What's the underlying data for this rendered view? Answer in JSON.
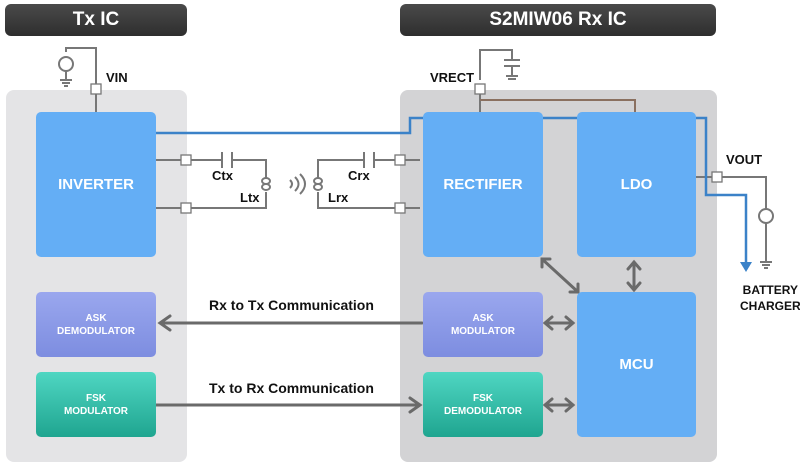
{
  "titles": {
    "tx": "Tx IC",
    "rx": "S2MIW06 Rx IC"
  },
  "tx_blocks": {
    "inverter": "INVERTER",
    "ask_demod_1": "ASK",
    "ask_demod_2": "DEMODULATOR",
    "fsk_mod_1": "FSK",
    "fsk_mod_2": "MODULATOR"
  },
  "rx_blocks": {
    "rectifier": "RECTIFIER",
    "ldo": "LDO",
    "mcu": "MCU",
    "ask_mod_1": "ASK",
    "ask_mod_2": "MODULATOR",
    "fsk_demod_1": "FSK",
    "fsk_demod_2": "DEMODULATOR"
  },
  "labels": {
    "vin": "VIN",
    "vrect": "VRECT",
    "vout": "VOUT",
    "ctx": "Ctx",
    "ltx": "Ltx",
    "crx": "Crx",
    "lrx": "Lrx",
    "battery_1": "BATTERY",
    "battery_2": "CHARGER"
  },
  "links": {
    "rx_to_tx": "Rx to Tx Communication",
    "tx_to_rx": "Tx to Rx Communication"
  },
  "colors": {
    "power_path": "#3b82c8",
    "wire": "#777777",
    "arrow": "#6a6a6a"
  }
}
